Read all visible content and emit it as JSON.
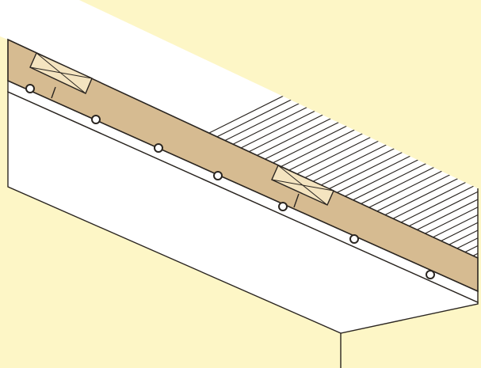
{
  "diagram": {
    "colors": {
      "background": "#fdf6c6",
      "beam": "#d6bb91",
      "block": "#f4e4c0",
      "surface": "#ffffff",
      "line": "#2a2520"
    },
    "elements": [
      "hatched-roof-deck",
      "rafter-beam",
      "insulation-block",
      "insulation-block",
      "ceiling-strip",
      "cable-clips",
      "ceiling-panel",
      "wall-corner"
    ]
  }
}
